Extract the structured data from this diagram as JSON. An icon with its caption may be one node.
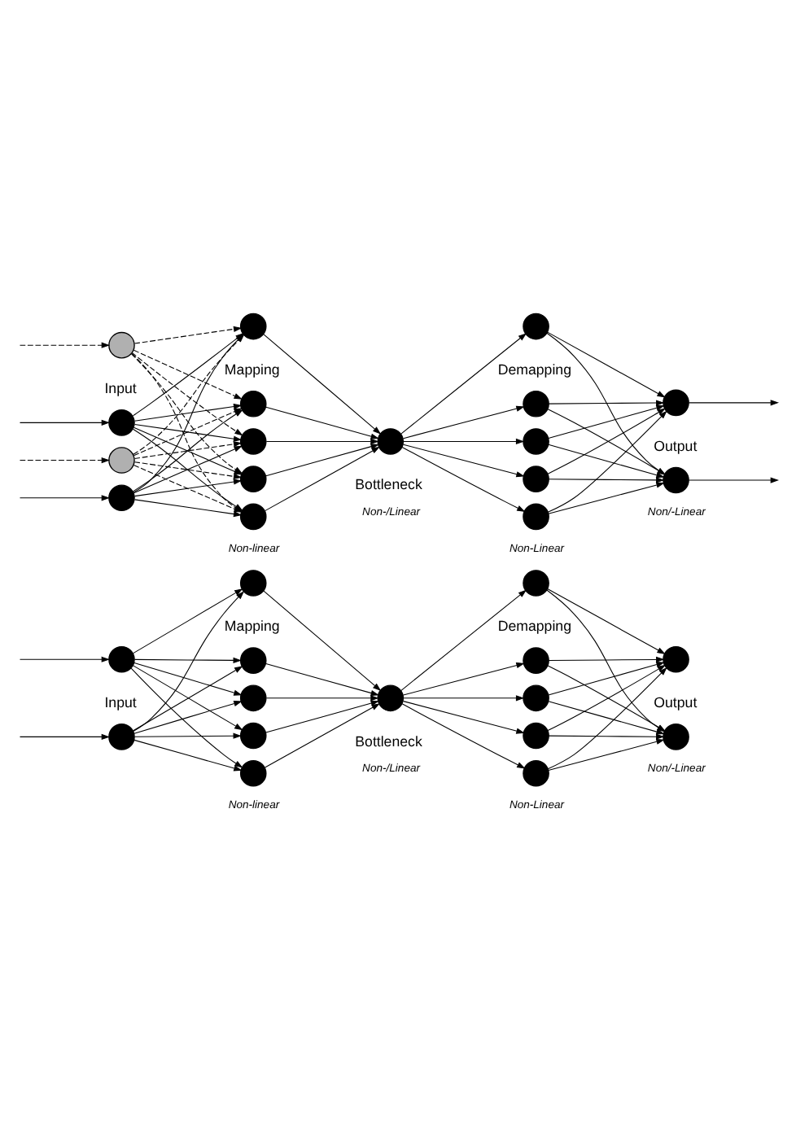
{
  "diagram": {
    "nodes": [
      {
        "text": [],
        "shape": "circle"
      },
      {
        "text": [],
        "shape": "circle"
      },
      {
        "text": [],
        "shape": "circle"
      },
      {
        "text": [],
        "shape": "circle"
      },
      {
        "text": [],
        "shape": "circle"
      },
      {
        "text": [],
        "shape": "circle"
      },
      {
        "text": [],
        "shape": "circle"
      },
      {
        "text": [],
        "shape": "circle"
      },
      {
        "text": [],
        "shape": "circle"
      },
      {
        "text": [],
        "shape": "circle"
      },
      {
        "text": [],
        "shape": "circle"
      },
      {
        "text": [],
        "shape": "circle"
      },
      {
        "text": [],
        "shape": "circle"
      },
      {
        "text": [],
        "shape": "circle"
      },
      {
        "text": [],
        "shape": "circle"
      },
      {
        "text": [],
        "shape": "circle"
      },
      {
        "text": [],
        "shape": "circle"
      },
      {
        "text": [],
        "shape": "circle"
      },
      {
        "text": [],
        "shape": "circle"
      },
      {
        "text": [],
        "shape": "circle"
      },
      {
        "text": [],
        "shape": "circle"
      },
      {
        "text": [],
        "shape": "circle"
      },
      {
        "text": [],
        "shape": "circle"
      },
      {
        "text": [],
        "shape": "circle"
      },
      {
        "text": [],
        "shape": "circle"
      },
      {
        "text": [],
        "shape": "circle"
      },
      {
        "text": [],
        "shape": "circle"
      },
      {
        "text": [],
        "shape": "circle"
      },
      {
        "text": [],
        "shape": "circle"
      },
      {
        "text": [],
        "shape": "circle"
      },
      {
        "text": [],
        "shape": "circle"
      },
      {
        "text": [],
        "shape": "circle"
      }
    ],
    "edges": [
      {
        "from": null,
        "to": 0,
        "arrow": "to"
      },
      {
        "from": null,
        "to": 1,
        "arrow": "to"
      },
      {
        "from": 0,
        "to": 2,
        "arrow": "to"
      },
      {
        "from": 0,
        "to": 3,
        "arrow": "to"
      },
      {
        "from": 0,
        "to": 4,
        "arrow": "to"
      },
      {
        "from": 0,
        "to": 5,
        "arrow": "to"
      },
      {
        "from": 0,
        "to": 6,
        "arrow": "to"
      },
      {
        "from": 1,
        "to": 2,
        "arrow": "to"
      },
      {
        "from": 1,
        "to": 3,
        "arrow": "to"
      },
      {
        "from": 1,
        "to": 4,
        "arrow": "to"
      },
      {
        "from": 1,
        "to": 5,
        "arrow": "to"
      },
      {
        "from": 1,
        "to": 6,
        "arrow": "to"
      },
      {
        "from": 2,
        "to": 7,
        "arrow": "to"
      },
      {
        "from": 3,
        "to": 7,
        "arrow": "to"
      },
      {
        "from": 4,
        "to": 7,
        "arrow": "to"
      },
      {
        "from": 5,
        "to": 7,
        "arrow": "to"
      },
      {
        "from": 6,
        "to": 7,
        "arrow": "to"
      },
      {
        "from": 7,
        "to": 8,
        "arrow": "to"
      },
      {
        "from": 7,
        "to": 9,
        "arrow": "to"
      },
      {
        "from": 7,
        "to": 10,
        "arrow": "to"
      },
      {
        "from": 7,
        "to": 11,
        "arrow": "to"
      },
      {
        "from": 7,
        "to": 12,
        "arrow": "to"
      },
      {
        "from": 8,
        "to": 13,
        "arrow": "to"
      },
      {
        "from": 8,
        "to": 14,
        "arrow": "to"
      },
      {
        "from": 9,
        "to": 13,
        "arrow": "to"
      },
      {
        "from": 9,
        "to": 14,
        "arrow": "to"
      },
      {
        "from": 10,
        "to": 13,
        "arrow": "to"
      },
      {
        "from": 10,
        "to": 14,
        "arrow": "to"
      },
      {
        "from": 11,
        "to": 13,
        "arrow": "to"
      },
      {
        "from": 11,
        "to": 14,
        "arrow": "to"
      },
      {
        "from": 12,
        "to": 13,
        "arrow": "to"
      },
      {
        "from": 12,
        "to": 14,
        "arrow": "to"
      },
      {
        "from": null,
        "to": 15,
        "arrow": "to",
        "style": "dashed"
      },
      {
        "from": null,
        "to": 16,
        "arrow": "to"
      },
      {
        "from": null,
        "to": 17,
        "arrow": "to"
      },
      {
        "from": null,
        "to": 18,
        "arrow": "to",
        "style": "dashed"
      },
      {
        "from": 15,
        "to": 19,
        "arrow": "to",
        "style": "dashed"
      },
      {
        "from": 15,
        "to": 20,
        "arrow": "to",
        "style": "dashed"
      },
      {
        "from": 15,
        "to": 21,
        "arrow": "to",
        "style": "dashed"
      },
      {
        "from": 15,
        "to": 22,
        "arrow": "to",
        "style": "dashed"
      },
      {
        "from": 15,
        "to": 23,
        "arrow": "to",
        "style": "dashed"
      },
      {
        "from": 16,
        "to": 19,
        "arrow": "to"
      },
      {
        "from": 16,
        "to": 20,
        "arrow": "to"
      },
      {
        "from": 16,
        "to": 21,
        "arrow": "to"
      },
      {
        "from": 16,
        "to": 22,
        "arrow": "to"
      },
      {
        "from": 16,
        "to": 23,
        "arrow": "to"
      },
      {
        "from": 17,
        "to": 19,
        "arrow": "to"
      },
      {
        "from": 17,
        "to": 20,
        "arrow": "to"
      },
      {
        "from": 17,
        "to": 21,
        "arrow": "to"
      },
      {
        "from": 17,
        "to": 22,
        "arrow": "to"
      },
      {
        "from": 17,
        "to": 23,
        "arrow": "to"
      },
      {
        "from": 18,
        "to": 19,
        "arrow": "to",
        "style": "dashed"
      },
      {
        "from": 18,
        "to": 20,
        "arrow": "to",
        "style": "dashed"
      },
      {
        "from": 18,
        "to": 21,
        "arrow": "to",
        "style": "dashed"
      },
      {
        "from": 18,
        "to": 22,
        "arrow": "to",
        "style": "dashed"
      },
      {
        "from": 18,
        "to": 23,
        "arrow": "to",
        "style": "dashed"
      },
      {
        "from": 19,
        "to": 24,
        "arrow": "to"
      },
      {
        "from": 20,
        "to": 24,
        "arrow": "to"
      },
      {
        "from": 21,
        "to": 24,
        "arrow": "to"
      },
      {
        "from": 22,
        "to": 24,
        "arrow": "to"
      },
      {
        "from": 23,
        "to": 24,
        "arrow": "to"
      },
      {
        "from": 24,
        "to": 25,
        "arrow": "to"
      },
      {
        "from": 24,
        "to": 26,
        "arrow": "to"
      },
      {
        "from": 24,
        "to": 27,
        "arrow": "to"
      },
      {
        "from": 24,
        "to": 28,
        "arrow": "to"
      },
      {
        "from": 24,
        "to": 29,
        "arrow": "to"
      },
      {
        "from": 25,
        "to": 30,
        "arrow": "to"
      },
      {
        "from": 25,
        "to": 31,
        "arrow": "to"
      },
      {
        "from": 26,
        "to": 30,
        "arrow": "to"
      },
      {
        "from": 26,
        "to": 31,
        "arrow": "to"
      },
      {
        "from": 27,
        "to": 30,
        "arrow": "to"
      },
      {
        "from": 27,
        "to": 31,
        "arrow": "to"
      },
      {
        "from": 28,
        "to": 30,
        "arrow": "to"
      },
      {
        "from": 28,
        "to": 31,
        "arrow": "to"
      },
      {
        "from": 29,
        "to": 30,
        "arrow": "to"
      },
      {
        "from": 29,
        "to": 31,
        "arrow": "to"
      },
      {
        "from": 30,
        "to": null,
        "arrow": "to"
      },
      {
        "from": 31,
        "to": null,
        "arrow": "to"
      }
    ],
    "labels": [
      "Input",
      "Mapping",
      "Bottleneck",
      "Demapping",
      "Output",
      "Non-linear",
      "Non-/Linear",
      "Non-Linear",
      "Non/-Linear",
      "Input",
      "Mapping",
      "Bottleneck",
      "Demapping",
      "Output",
      "Non-linear",
      "Non-/Linear",
      "Non-Linear",
      "Non/-Linear"
    ]
  }
}
